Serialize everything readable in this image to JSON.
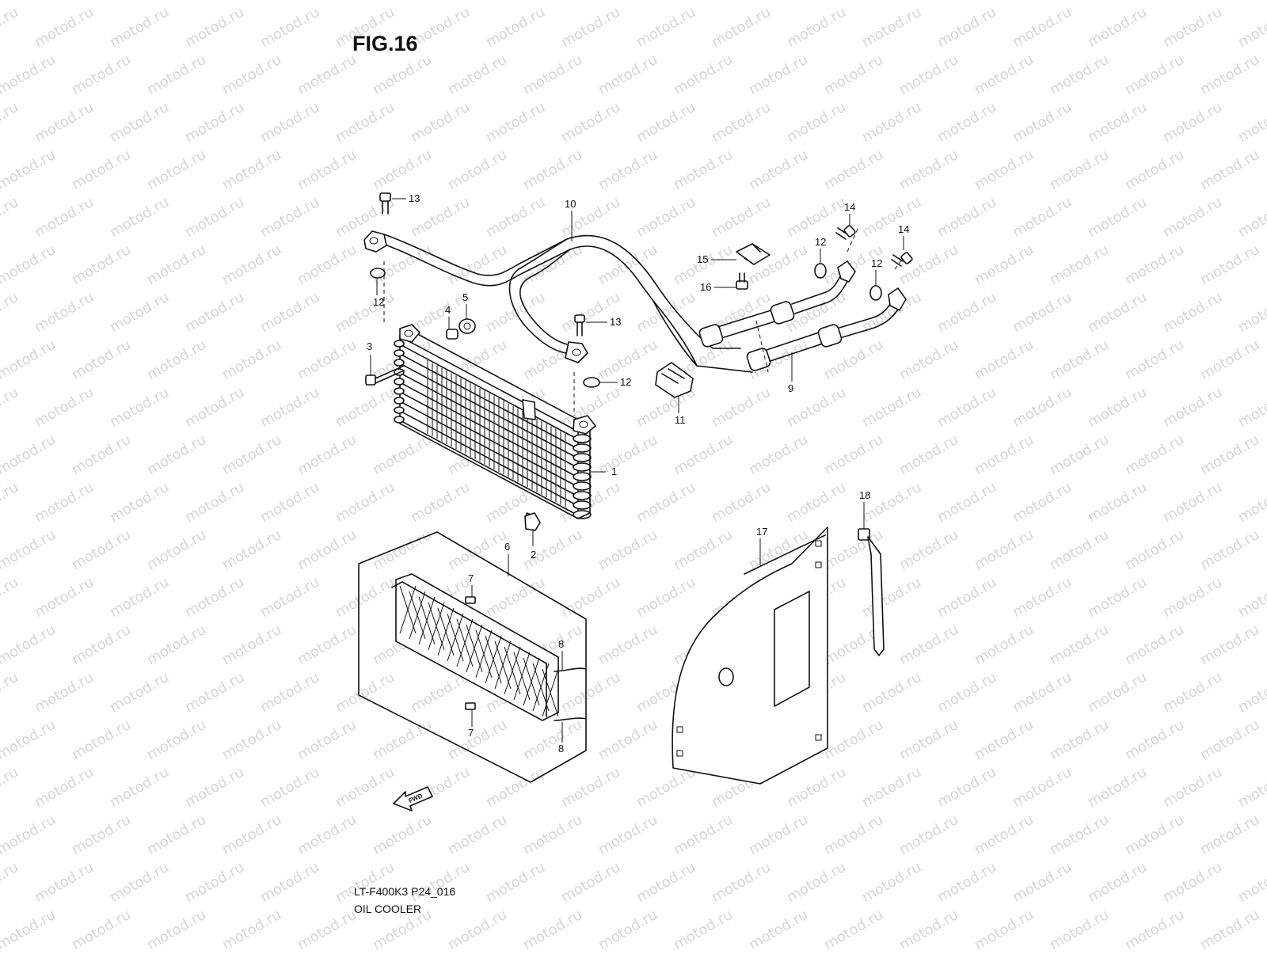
{
  "figure": {
    "title": "FIG.16",
    "model_code": "LT-F400K3 P24_016",
    "caption": "OIL COOLER",
    "watermark": "motod.ru",
    "fwd_label": "FWD"
  },
  "callouts": [
    {
      "id": "c1",
      "label": "1",
      "part": "oil-cooler"
    },
    {
      "id": "c2",
      "label": "2",
      "part": "clip"
    },
    {
      "id": "c3",
      "label": "3",
      "part": "bolt"
    },
    {
      "id": "c4",
      "label": "4",
      "part": "collar"
    },
    {
      "id": "c5",
      "label": "5",
      "part": "cushion"
    },
    {
      "id": "c6",
      "label": "6",
      "part": "cooler-guard"
    },
    {
      "id": "c7a",
      "label": "7",
      "part": "cushion-upper"
    },
    {
      "id": "c7b",
      "label": "7",
      "part": "cushion-lower"
    },
    {
      "id": "c8a",
      "label": "8",
      "part": "spring-upper"
    },
    {
      "id": "c8b",
      "label": "8",
      "part": "spring-lower"
    },
    {
      "id": "c9",
      "label": "9",
      "part": "oil-hose"
    },
    {
      "id": "c10",
      "label": "10",
      "part": "oil-pipe"
    },
    {
      "id": "c11",
      "label": "11",
      "part": "clamp"
    },
    {
      "id": "c12a",
      "label": "12",
      "part": "o-ring-left"
    },
    {
      "id": "c12b",
      "label": "12",
      "part": "o-ring-middle"
    },
    {
      "id": "c12c",
      "label": "12",
      "part": "o-ring-right-1"
    },
    {
      "id": "c12d",
      "label": "12",
      "part": "o-ring-right-2"
    },
    {
      "id": "c13a",
      "label": "13",
      "part": "bolt-top"
    },
    {
      "id": "c13b",
      "label": "13",
      "part": "bolt-middle"
    },
    {
      "id": "c14a",
      "label": "14",
      "part": "bolt-right-1"
    },
    {
      "id": "c14b",
      "label": "14",
      "part": "bolt-right-2"
    },
    {
      "id": "c15",
      "label": "15",
      "part": "bracket"
    },
    {
      "id": "c16",
      "label": "16",
      "part": "bolt-bracket"
    },
    {
      "id": "c17",
      "label": "17",
      "part": "heat-shield"
    },
    {
      "id": "c18",
      "label": "18",
      "part": "cable-tie"
    }
  ]
}
